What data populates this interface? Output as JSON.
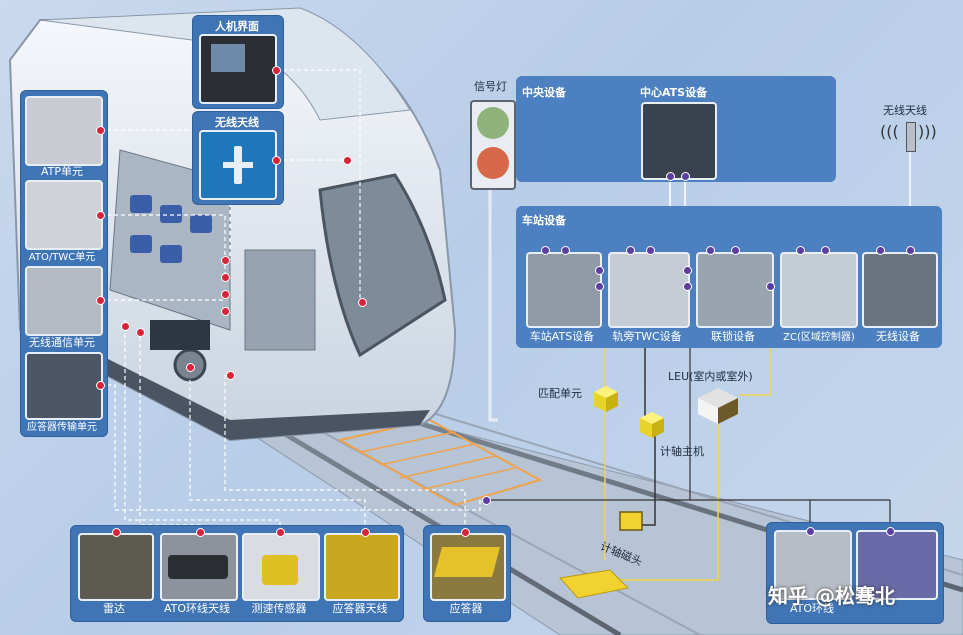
{
  "labels": {
    "hmi": "人机界面",
    "radio_antenna_train": "无线天线",
    "atp_unit": "ATP单元",
    "ato_twc_unit": "ATO/TWC单元",
    "radio_comm_unit": "无线通信单元",
    "transponder_tx_unit": "应答器传输单元",
    "signal_light": "信号灯",
    "central_equipment": "中央设备",
    "central_ats": "中心ATS设备",
    "radio_antenna_way": "无线天线",
    "station_equipment": "车站设备",
    "station_ats": "车站ATS设备",
    "trackside_twc": "轨旁TWC设备",
    "interlocking": "联锁设备",
    "zc": "ZC(区域控制器)",
    "radio_equipment": "无线设备",
    "matching_unit": "匹配单元",
    "leu": "LEU(室内或室外)",
    "axle_counter_host": "计轴主机",
    "axle_counter_head": "计轴磁头",
    "radar": "雷达",
    "ato_loop_antenna": "ATO环线天线",
    "speed_sensor": "测速传感器",
    "transponder_antenna": "应答器天线",
    "transponder": "应答器",
    "ato_loop": "ATO环线",
    "watermark": "知乎 @松骞北"
  },
  "colors": {
    "panel": "#3f74b5",
    "connector_red": "#d8243a",
    "connector_purple": "#5b3fa0",
    "beacon_yellow": "#f2d230",
    "signal_green": "#8fb37a",
    "signal_red": "#d7694a"
  }
}
